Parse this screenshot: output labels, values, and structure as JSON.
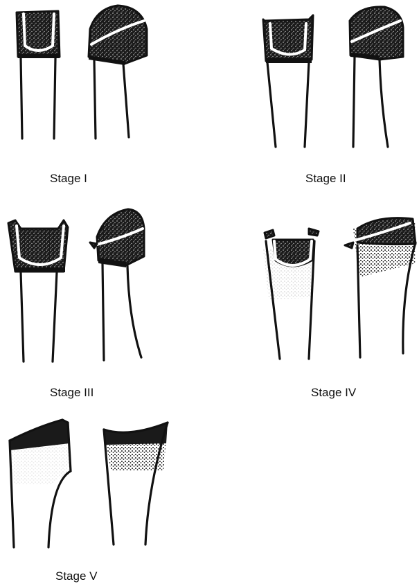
{
  "stages": [
    {
      "id": "stage-1",
      "label": "Stage I"
    },
    {
      "id": "stage-2",
      "label": "Stage II"
    },
    {
      "id": "stage-3",
      "label": "Stage III"
    },
    {
      "id": "stage-4",
      "label": "Stage IV"
    },
    {
      "id": "stage-5",
      "label": "Stage V"
    }
  ],
  "colors": {
    "ink": "#111111",
    "background": "#ffffff"
  }
}
